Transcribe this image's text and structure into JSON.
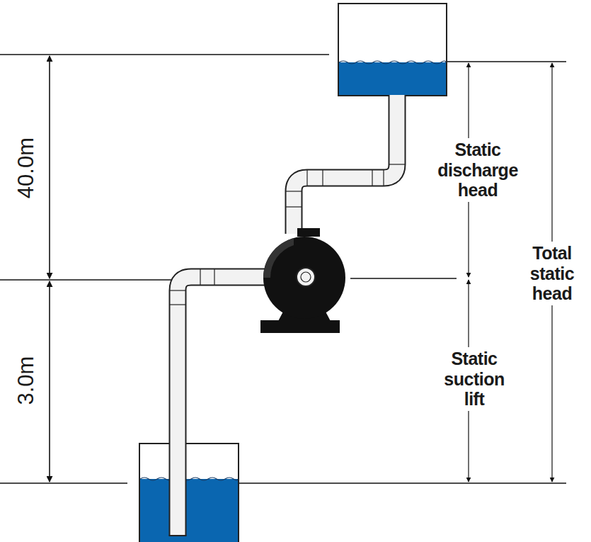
{
  "diagram": {
    "labels": [
      "40.0m",
      "3.0m",
      "Static discharge head",
      "Static suction lift",
      "Total static head"
    ]
  }
}
